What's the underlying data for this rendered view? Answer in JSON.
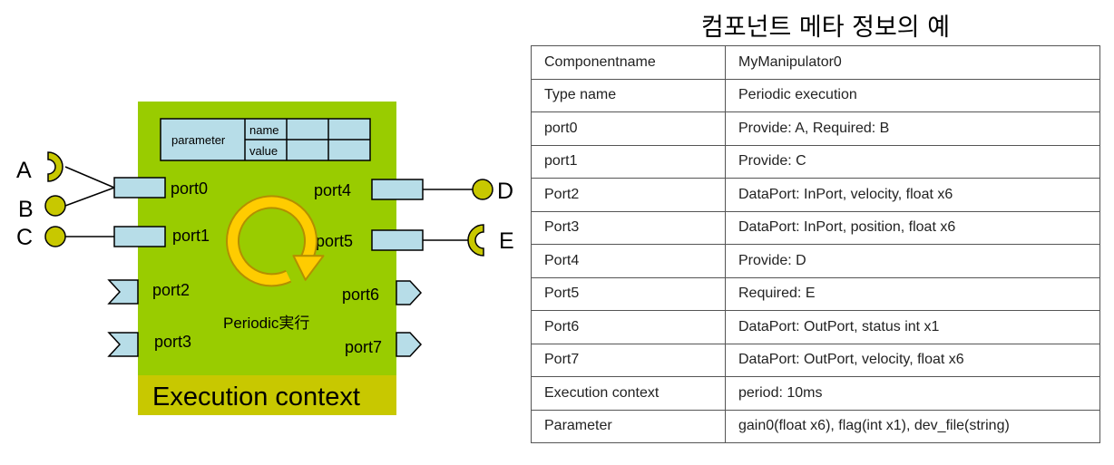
{
  "diagram": {
    "parameter_label": "parameter",
    "param_name_label": "name",
    "param_value_label": "value",
    "ports": {
      "port0": "port0",
      "port1": "port1",
      "port2": "port2",
      "port3": "port3",
      "port4": "port4",
      "port5": "port5",
      "port6": "port6",
      "port7": "port7"
    },
    "interfaces": {
      "a": "A",
      "b": "B",
      "c": "C",
      "d": "D",
      "e": "E"
    },
    "periodic_label": "Periodic実行",
    "execution_context_label": "Execution context",
    "colors": {
      "component_fill": "#99cc00",
      "context_bar": "#c8c800",
      "port_fill": "#b7dde8",
      "interface_fill": "#c8c800",
      "arrow_fill": "#ffcc00",
      "arrow_stroke": "#b38f00"
    }
  },
  "table": {
    "title": "컴포넌트 메타 정보의 예",
    "rows": [
      {
        "key": "Componentname",
        "value": "MyManipulator0"
      },
      {
        "key": "Type name",
        "value": "Periodic execution"
      },
      {
        "key": "port0",
        "value": "Provide: A, Required: B"
      },
      {
        "key": "port1",
        "value": "Provide: C"
      },
      {
        "key": "Port2",
        "value": "DataPort: InPort, velocity, float x6"
      },
      {
        "key": "Port3",
        "value": "DataPort: InPort, position, float x6"
      },
      {
        "key": "Port4",
        "value": "Provide: D"
      },
      {
        "key": "Port5",
        "value": "Required: E"
      },
      {
        "key": "Port6",
        "value": "DataPort: OutPort, status int x1"
      },
      {
        "key": "Port7",
        "value": "DataPort: OutPort, velocity, float x6"
      },
      {
        "key": "Execution context",
        "value": "period: 10ms"
      },
      {
        "key": "Parameter",
        "value": "gain0(float x6), flag(int x1), dev_file(string)"
      }
    ]
  }
}
